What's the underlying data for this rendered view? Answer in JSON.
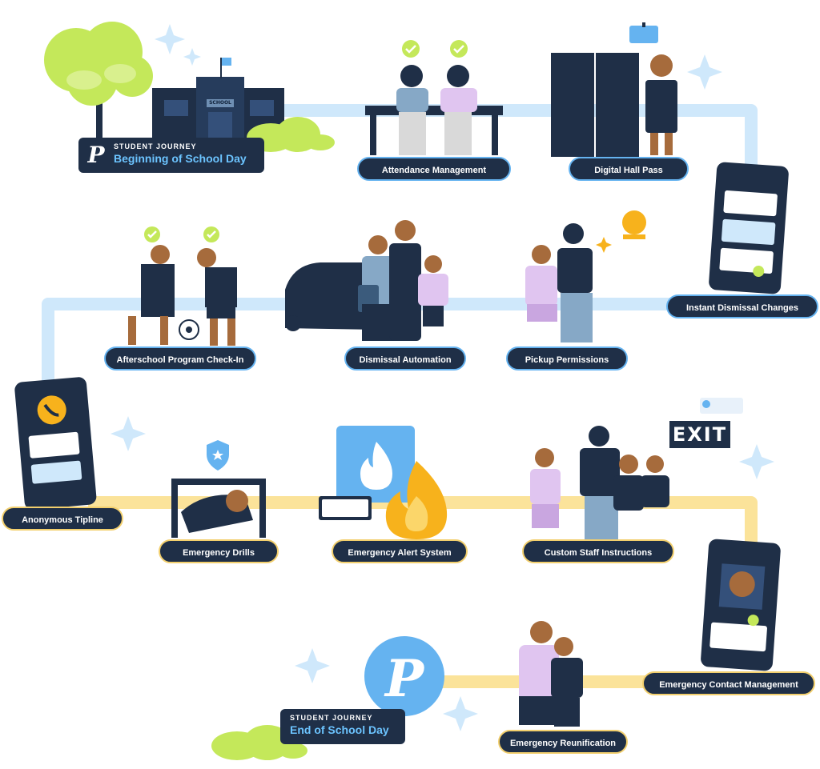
{
  "header": {
    "kicker": "STUDENT JOURNEY",
    "title": "Beginning of School Day"
  },
  "footer": {
    "kicker": "STUDENT JOURNEY",
    "title": "End of School Day"
  },
  "signs": {
    "school": "SCHOOL",
    "exit": "EXIT"
  },
  "steps": {
    "attendance": "Attendance Management",
    "hall_pass": "Digital Hall Pass",
    "instant_dismissal": "Instant Dismissal Changes",
    "afterschool": "Afterschool Program Check-In",
    "dismissal_auto": "Dismissal Automation",
    "pickup": "Pickup Permissions",
    "tipline": "Anonymous Tipline",
    "drills": "Emergency Drills",
    "alert": "Emergency Alert System",
    "staff_instructions": "Custom Staff Instructions",
    "contact_mgmt": "Emergency Contact Management",
    "reunification": "Emergency Reunification"
  },
  "colors": {
    "navy": "#1f2f47",
    "blue_path": "#cfe8fb",
    "gold_path": "#fbe39a",
    "accent_blue": "#65b3f0",
    "lime": "#c4e85a",
    "fire": "#f7b21c",
    "skin": "#a66b3c"
  },
  "icons": [
    "tree-icon",
    "school-building-icon",
    "id-badge-icon",
    "phone-icon",
    "check-icon",
    "bell-icon",
    "soccer-ball-icon",
    "car-icon",
    "police-badge-icon",
    "fire-alert-icon",
    "flame-icon",
    "exit-sign-icon",
    "sparkle-icon",
    "p-logo-icon"
  ]
}
